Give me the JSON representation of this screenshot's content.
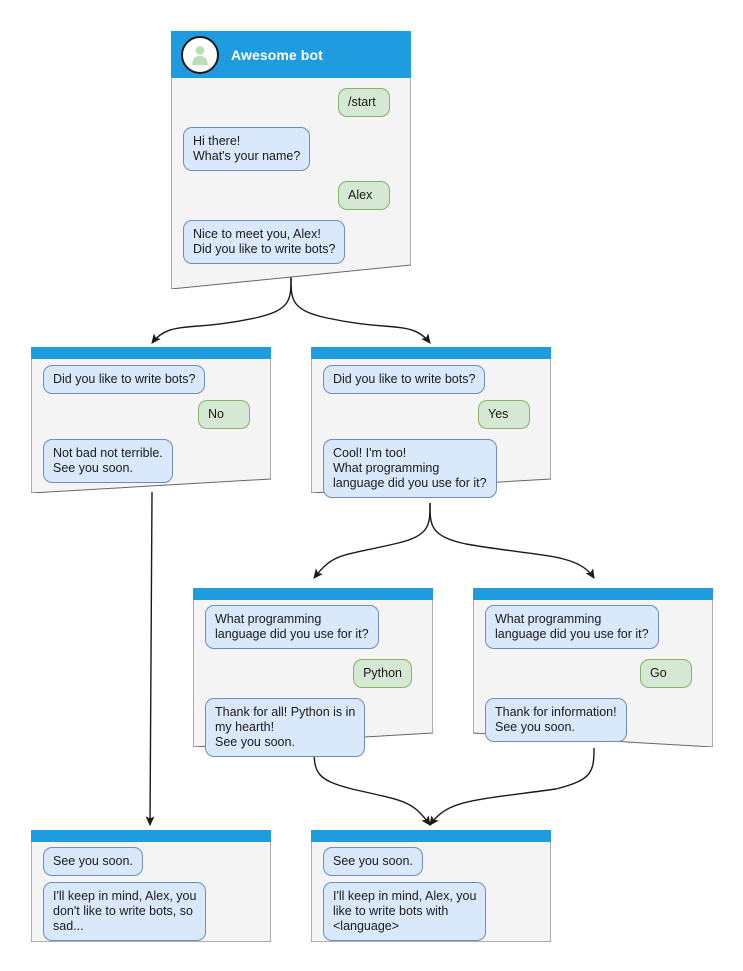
{
  "diagram": {
    "title": "Awesome bot conversation flow",
    "colors": {
      "header_bar": "#1f9ce0",
      "card_body": "#f4f4f4",
      "card_border": "#666666",
      "bot_bubble_fill": "#dae8fc",
      "bot_bubble_border": "#6c8ebf",
      "user_bubble_fill": "#d5e8d4",
      "user_bubble_border": "#82b366",
      "avatar_fill": "#ffffff",
      "avatar_border": "#1a1a1a",
      "avatar_person": "#b9dfb4",
      "edge": "#1a1a1a",
      "page_background": "#ffffff"
    },
    "cards": [
      {
        "id": "start",
        "header_type": "titled",
        "avatar_icon": "person-avatar-icon",
        "title": "Awesome bot",
        "messages": [
          {
            "from": "user",
            "text": "/start"
          },
          {
            "from": "bot",
            "text": "Hi there!\nWhat's your name?"
          },
          {
            "from": "user",
            "text": "Alex"
          },
          {
            "from": "bot",
            "text": "Nice to meet you, Alex!\nDid you like to write bots?"
          }
        ]
      },
      {
        "id": "answer-no",
        "header_type": "plain",
        "messages": [
          {
            "from": "bot",
            "text": "Did you like to write bots?"
          },
          {
            "from": "user",
            "text": "No"
          },
          {
            "from": "bot",
            "text": "Not bad not terrible.\nSee you soon."
          }
        ]
      },
      {
        "id": "answer-yes",
        "header_type": "plain",
        "messages": [
          {
            "from": "bot",
            "text": "Did you like to write bots?"
          },
          {
            "from": "user",
            "text": "Yes"
          },
          {
            "from": "bot",
            "text": "Cool! I'm too!\nWhat programming\nlanguage did you use for it?"
          }
        ]
      },
      {
        "id": "answer-python",
        "header_type": "plain",
        "messages": [
          {
            "from": "bot",
            "text": "What programming\nlanguage did you use for it?"
          },
          {
            "from": "user",
            "text": "Python"
          },
          {
            "from": "bot",
            "text": "Thank for all! Python is in\nmy hearth!\nSee you soon."
          }
        ]
      },
      {
        "id": "answer-go",
        "header_type": "plain",
        "messages": [
          {
            "from": "bot",
            "text": "What programming\nlanguage did you use for it?"
          },
          {
            "from": "user",
            "text": "Go"
          },
          {
            "from": "bot",
            "text": "Thank for information!\nSee you soon."
          }
        ]
      },
      {
        "id": "end-sad",
        "header_type": "plain",
        "messages": [
          {
            "from": "bot",
            "text": "See you soon."
          },
          {
            "from": "bot",
            "text": "I'll keep in mind, Alex, you\ndon't like to write bots, so\nsad..."
          }
        ]
      },
      {
        "id": "end-happy",
        "header_type": "plain",
        "messages": [
          {
            "from": "bot",
            "text": "See you soon."
          },
          {
            "from": "bot",
            "text": "I'll keep in mind, Alex, you\nlike to write bots with\n<language>"
          }
        ]
      }
    ]
  }
}
